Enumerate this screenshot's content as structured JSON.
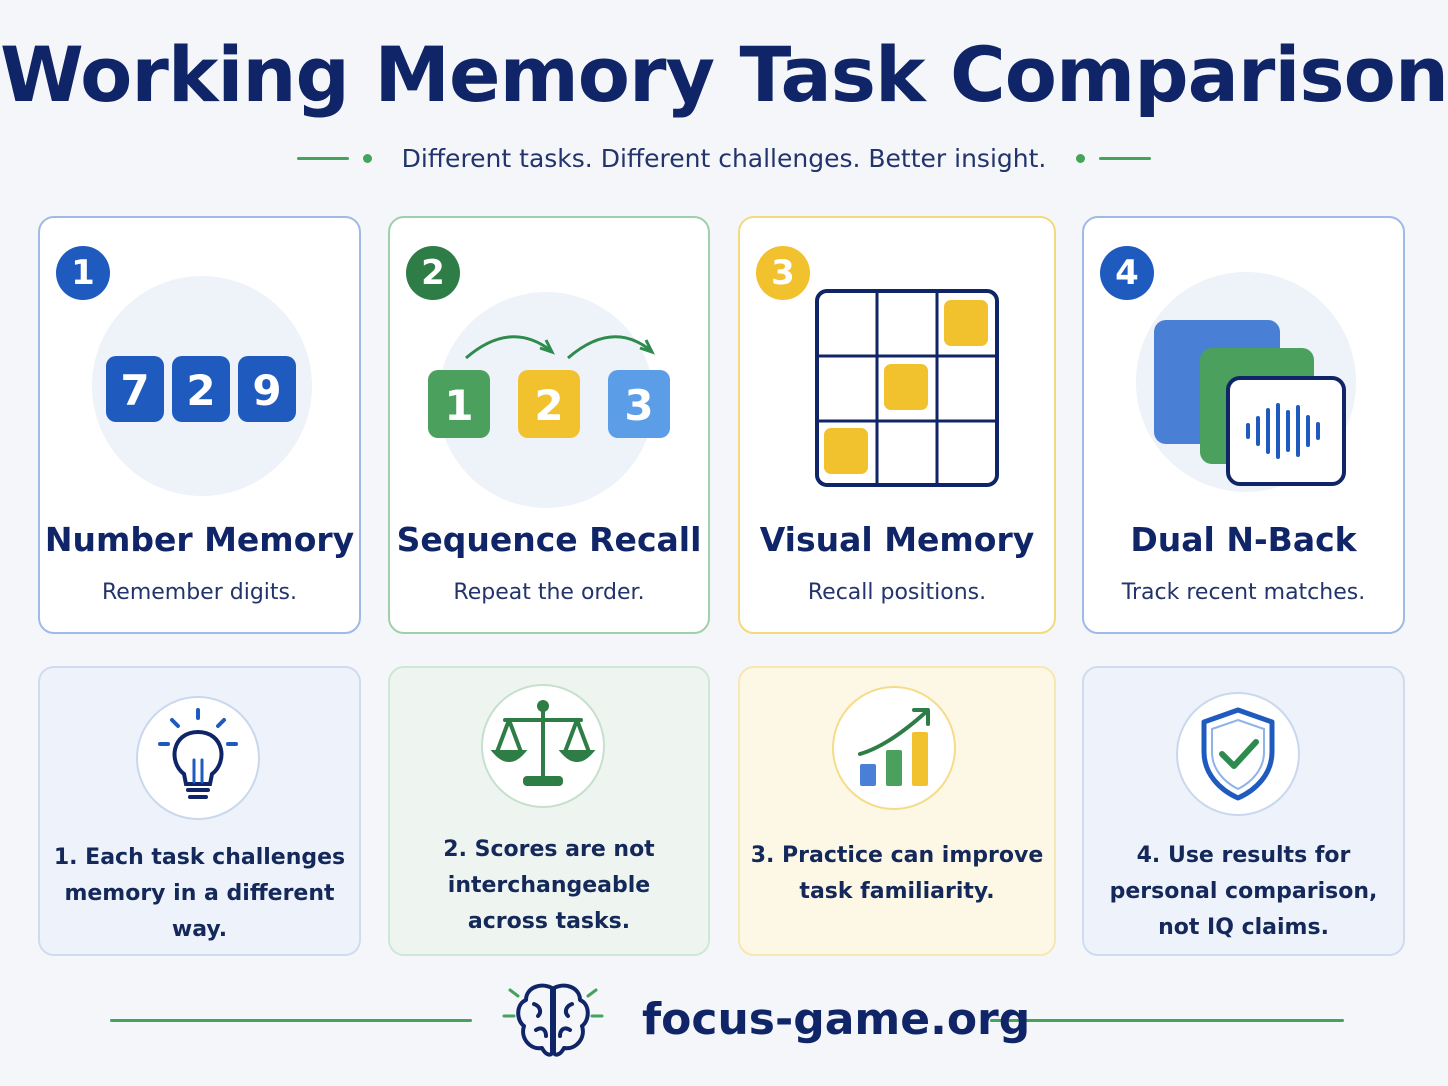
{
  "header": {
    "title": "Working Memory Task Comparison",
    "subtitle": "Different tasks. Different challenges. Better insight."
  },
  "tasks": [
    {
      "number": "1",
      "name": "Number Memory",
      "description": "Remember digits.",
      "digits": [
        "7",
        "2",
        "9"
      ],
      "accent": "#1f5bbf"
    },
    {
      "number": "2",
      "name": "Sequence Recall",
      "description": "Repeat the order.",
      "digits": [
        "1",
        "2",
        "3"
      ],
      "accent": "#2e8b4e"
    },
    {
      "number": "3",
      "name": "Visual Memory",
      "description": "Recall positions.",
      "accent": "#f2c12e"
    },
    {
      "number": "4",
      "name": "Dual N-Back",
      "description": "Track recent matches.",
      "accent": "#1f5bbf"
    }
  ],
  "tips": [
    {
      "text_lines": [
        "1. Each task challenges",
        "memory in a different way."
      ],
      "icon": "lightbulb-icon"
    },
    {
      "text_lines": [
        "2. Scores are not",
        "interchangeable",
        "across tasks."
      ],
      "icon": "scale-icon"
    },
    {
      "text_lines": [
        "3. Practice can improve",
        "task familiarity."
      ],
      "icon": "growth-chart-icon"
    },
    {
      "text_lines": [
        "4. Use results for",
        "personal comparison,",
        "not IQ claims."
      ],
      "icon": "shield-check-icon"
    }
  ],
  "footer": {
    "site": "focus-game.org",
    "icon": "brain-icon"
  },
  "colors": {
    "navy": "#0f2567",
    "blue": "#1f5bbf",
    "green": "#2e8b4e",
    "yellow": "#f2c12e",
    "light_blue": "#5b9de6"
  }
}
